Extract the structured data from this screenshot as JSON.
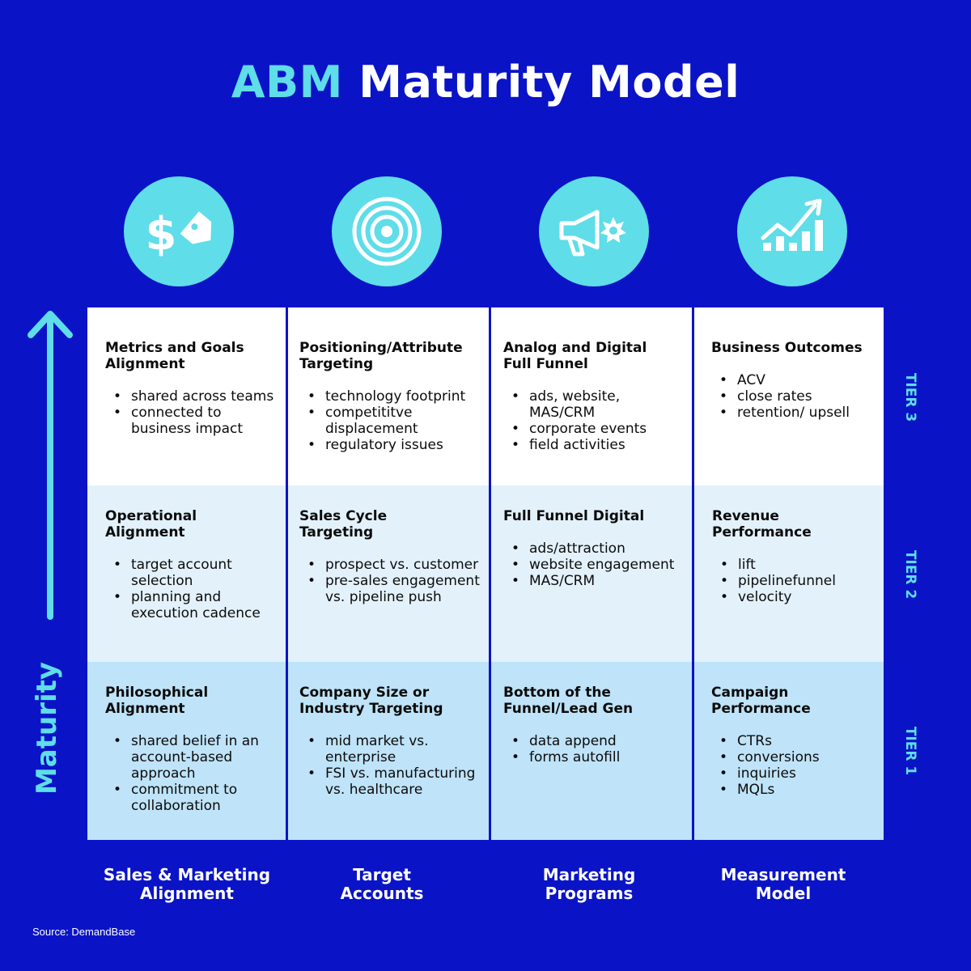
{
  "title": {
    "accent": "ABM",
    "rest": "Maturity Model"
  },
  "icons": [
    "dollar-price-tag-icon",
    "target-icon",
    "megaphone-icon",
    "growth-chart-icon"
  ],
  "colors": {
    "background": "#0a14c6",
    "accent": "#5fdde8",
    "tier3": "#ffffff",
    "tier2": "#e3f1fb",
    "tier1": "#bfe3f8"
  },
  "axis_label": "Maturity",
  "tiers": [
    "TIER 3",
    "TIER 2",
    "TIER 1"
  ],
  "columns": [
    {
      "label_line1": "Sales & Marketing",
      "label_line2": "Alignment",
      "tier3": {
        "heading_line1": "Metrics and Goals",
        "heading_line2": "Alignment",
        "items": [
          "shared across teams",
          "connected to business impact"
        ]
      },
      "tier2": {
        "heading_line1": "Operational",
        "heading_line2": "Alignment",
        "items": [
          "target account selection",
          "planning and execution cadence"
        ]
      },
      "tier1": {
        "heading_line1": "Philosophical",
        "heading_line2": "Alignment",
        "items": [
          "shared belief in an account-based approach",
          "commitment to collaboration"
        ]
      }
    },
    {
      "label_line1": "Target",
      "label_line2": "Accounts",
      "tier3": {
        "heading_line1": "Positioning/Attribute",
        "heading_line2": "Targeting",
        "items": [
          "technology footprint",
          "competititve displacement",
          "regulatory issues"
        ]
      },
      "tier2": {
        "heading_line1": "Sales Cycle",
        "heading_line2": "Targeting",
        "items": [
          "prospect vs. customer",
          "pre-sales engagement vs. pipeline push"
        ]
      },
      "tier1": {
        "heading_line1": "Company Size or",
        "heading_line2": "Industry Targeting",
        "items": [
          "mid market vs. enterprise",
          "FSI vs. manufacturing vs. healthcare"
        ]
      }
    },
    {
      "label_line1": "Marketing",
      "label_line2": "Programs",
      "tier3": {
        "heading_line1": "Analog and Digital",
        "heading_line2": "Full Funnel",
        "items": [
          "ads, website, MAS/CRM",
          "corporate events",
          "field activities"
        ]
      },
      "tier2": {
        "heading_line1": "Full Funnel Digital",
        "heading_line2": "",
        "items": [
          "ads/attraction",
          "website engagement",
          "MAS/CRM"
        ]
      },
      "tier1": {
        "heading_line1": "Bottom of the",
        "heading_line2": "Funnel/Lead Gen",
        "items": [
          "data append",
          "forms autofill"
        ]
      }
    },
    {
      "label_line1": "Measurement",
      "label_line2": "Model",
      "tier3": {
        "heading_line1": "Business Outcomes",
        "heading_line2": "",
        "items": [
          "ACV",
          "close rates",
          "retention/ upsell"
        ]
      },
      "tier2": {
        "heading_line1": "Revenue",
        "heading_line2": "Performance",
        "items": [
          "lift",
          "pipelinefunnel",
          "velocity"
        ]
      },
      "tier1": {
        "heading_line1": "Campaign",
        "heading_line2": "Performance",
        "items": [
          "CTRs",
          "conversions",
          "inquiries",
          "MQLs"
        ]
      }
    }
  ],
  "source": "Source: DemandBase"
}
